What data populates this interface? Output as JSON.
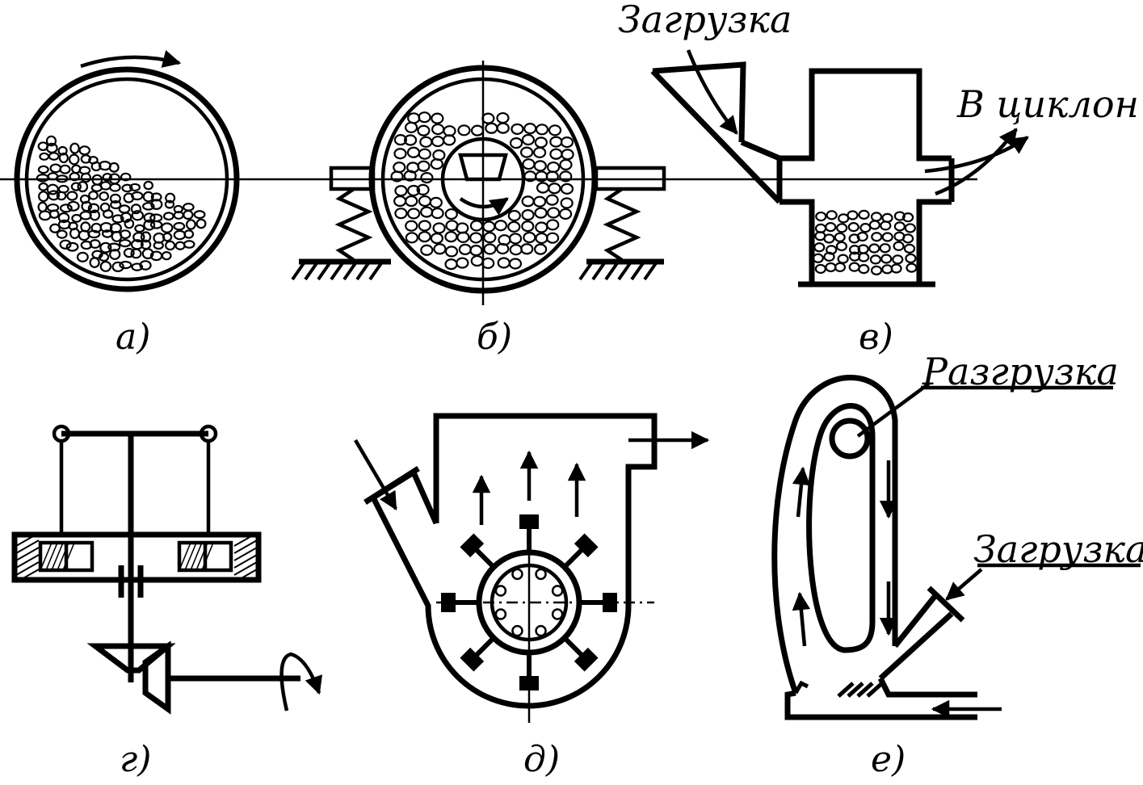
{
  "figure": {
    "panels": [
      {
        "id": "a",
        "caption": "а)"
      },
      {
        "id": "b",
        "caption": "б)"
      },
      {
        "id": "v",
        "caption": "в)"
      },
      {
        "id": "g",
        "caption": "г)"
      },
      {
        "id": "d",
        "caption": "д)"
      },
      {
        "id": "e",
        "caption": "е)"
      }
    ],
    "annotations": {
      "v_load": "Загрузка",
      "v_cyclone": "В циклон",
      "e_unload": "Разгрузка",
      "e_load": "Загрузка"
    }
  }
}
